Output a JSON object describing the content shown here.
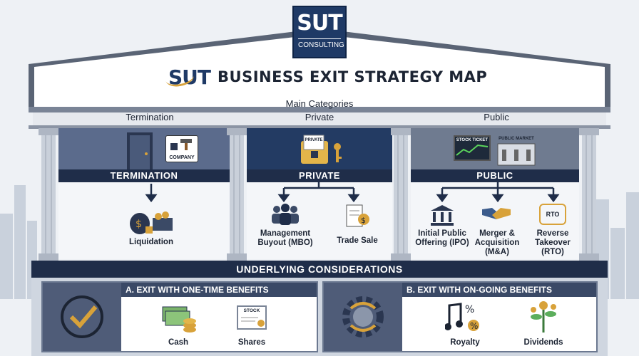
{
  "logo": {
    "mark": "SUT",
    "sub": "CONSULTING"
  },
  "title": {
    "mark": "SUT",
    "text": "BUSINESS EXIT STRATEGY MAP"
  },
  "header": {
    "main_categories": "Main Categories",
    "labels": [
      "Termination",
      "Private",
      "Public"
    ]
  },
  "termination": {
    "band": "TERMINATION",
    "sign": "COMPANY",
    "items": [
      "Liquidation"
    ]
  },
  "private": {
    "band": "PRIVATE",
    "folder_tag": "PRIVATE",
    "items": [
      "Management Buyout (MBO)",
      "Trade Sale"
    ]
  },
  "public": {
    "band": "PUBLIC",
    "ticker": "STOCK TICKET",
    "market": "PUBLIC MARKET",
    "rto_icon": "RTO",
    "items": [
      "Initial Public Offering (IPO)",
      "Merger & Acquisition (M&A)",
      "Reverse Takeover (RTO)"
    ]
  },
  "considerations": {
    "band": "UNDERLYING CONSIDERATIONS",
    "one_time": {
      "title": "A. EXIT WITH ONE-TIME BENEFITS",
      "stock_tag": "STOCK",
      "items": [
        "Cash",
        "Shares"
      ]
    },
    "ongoing": {
      "title": "B. EXIT WITH ON-GOING BENEFITS",
      "items": [
        "Royalty",
        "Dividends"
      ]
    }
  },
  "colors": {
    "navy": "#1f2d49",
    "brand": "#1f3a66",
    "gold": "#d8a23a"
  }
}
